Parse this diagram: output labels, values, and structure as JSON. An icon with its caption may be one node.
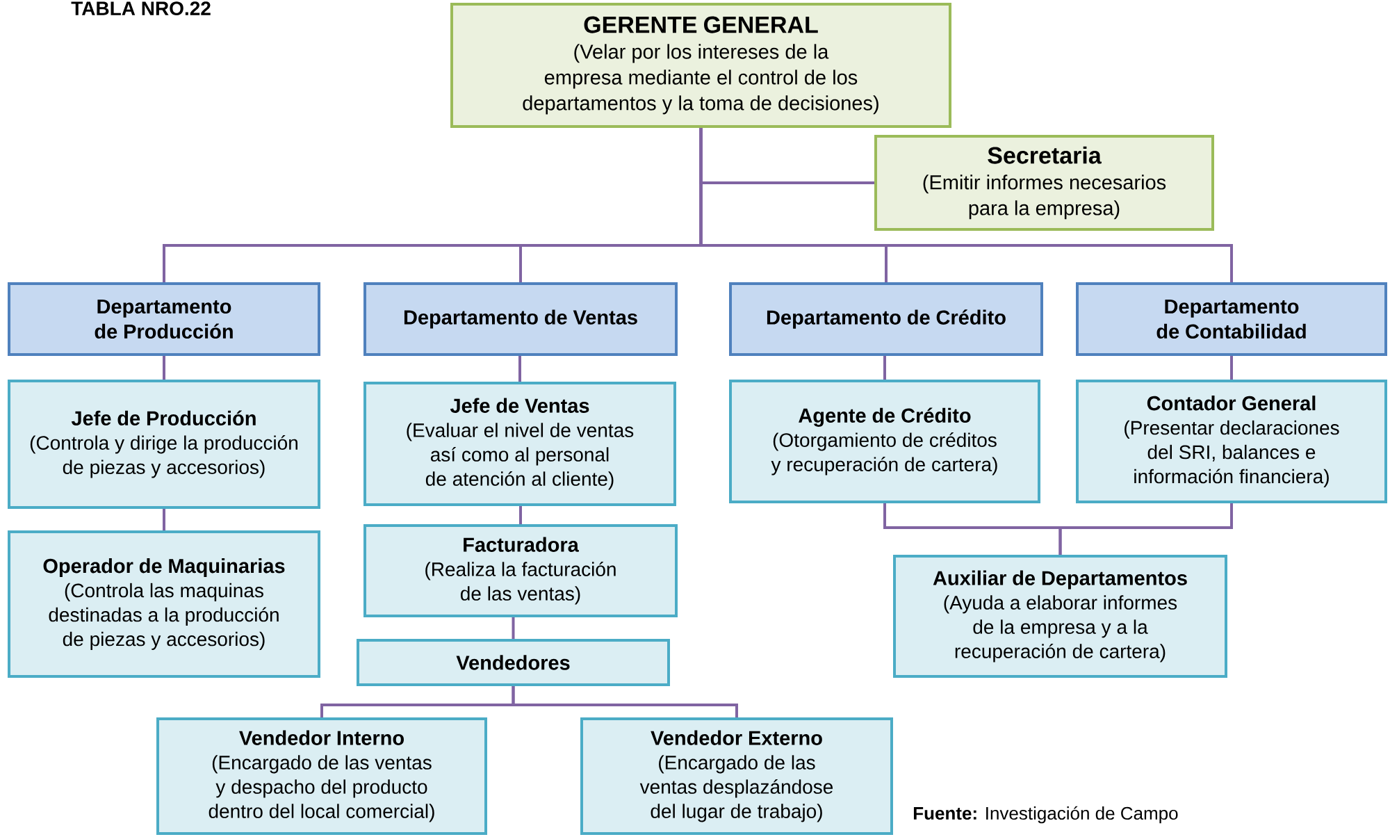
{
  "diagram": {
    "title": "TABLA NRO.22",
    "nodes": [
      {
        "text": [
          "GERENTE GENERAL",
          "(Velar por los intereses de la empresa mediante el control de los departamentos y la toma de decisiones)"
        ]
      },
      {
        "text": [
          "Secretaria",
          "(Emitir informes necesarios para la empresa)"
        ]
      },
      {
        "text": [
          "Departamento de Producción"
        ]
      },
      {
        "text": [
          "Departamento de Ventas"
        ]
      },
      {
        "text": [
          "Departamento de Crédito"
        ]
      },
      {
        "text": [
          "Departamento de Contabilidad"
        ]
      },
      {
        "text": [
          "Jefe de Producción",
          "(Controla y dirige la producción de piezas y accesorios)"
        ]
      },
      {
        "text": [
          "Jefe de Ventas",
          "(Evaluar el nivel de ventas así como al personal de atención al cliente)"
        ]
      },
      {
        "text": [
          "Agente de Crédito",
          "(Otorgamiento de créditos y recuperación de cartera)"
        ]
      },
      {
        "text": [
          "Contador General",
          "(Presentar declaraciones del SRI, balances e información financiera)"
        ]
      },
      {
        "text": [
          "Operador de Maquinarias",
          "(Controla las maquinas destinadas a la producción de piezas y accesorios)"
        ]
      },
      {
        "text": [
          "Facturadora",
          "(Realiza la facturación de las ventas)"
        ]
      },
      {
        "text": [
          "Auxiliar de Departamentos",
          "(Ayuda a elaborar informes de la empresa y a la recuperación de cartera)"
        ]
      },
      {
        "text": [
          "Vendedores"
        ]
      },
      {
        "text": [
          "Vendedor Interno",
          "(Encargado de las ventas y despacho del producto dentro del local comercial)"
        ]
      },
      {
        "text": [
          "Vendedor Externo",
          "(Encargado de las ventas desplazándose del lugar de trabajo)"
        ]
      }
    ],
    "edges": [
      {
        "from": 0,
        "to": 1,
        "arrow": "none"
      },
      {
        "from": 0,
        "to": 2,
        "arrow": "none"
      },
      {
        "from": 0,
        "to": 3,
        "arrow": "none"
      },
      {
        "from": 0,
        "to": 4,
        "arrow": "none"
      },
      {
        "from": 0,
        "to": 5,
        "arrow": "none"
      },
      {
        "from": 2,
        "to": 6,
        "arrow": "none"
      },
      {
        "from": 3,
        "to": 7,
        "arrow": "none"
      },
      {
        "from": 4,
        "to": 8,
        "arrow": "none"
      },
      {
        "from": 5,
        "to": 9,
        "arrow": "none"
      },
      {
        "from": 6,
        "to": 10,
        "arrow": "none"
      },
      {
        "from": 7,
        "to": 11,
        "arrow": "none"
      },
      {
        "from": 8,
        "to": 12,
        "arrow": "none"
      },
      {
        "from": 9,
        "to": 12,
        "arrow": "none"
      },
      {
        "from": 11,
        "to": 13,
        "arrow": "none"
      },
      {
        "from": 13,
        "to": 14,
        "arrow": "none"
      },
      {
        "from": 13,
        "to": 15,
        "arrow": "none"
      }
    ],
    "labels": [
      "**Fuente:** Investigación de Campo"
    ]
  }
}
